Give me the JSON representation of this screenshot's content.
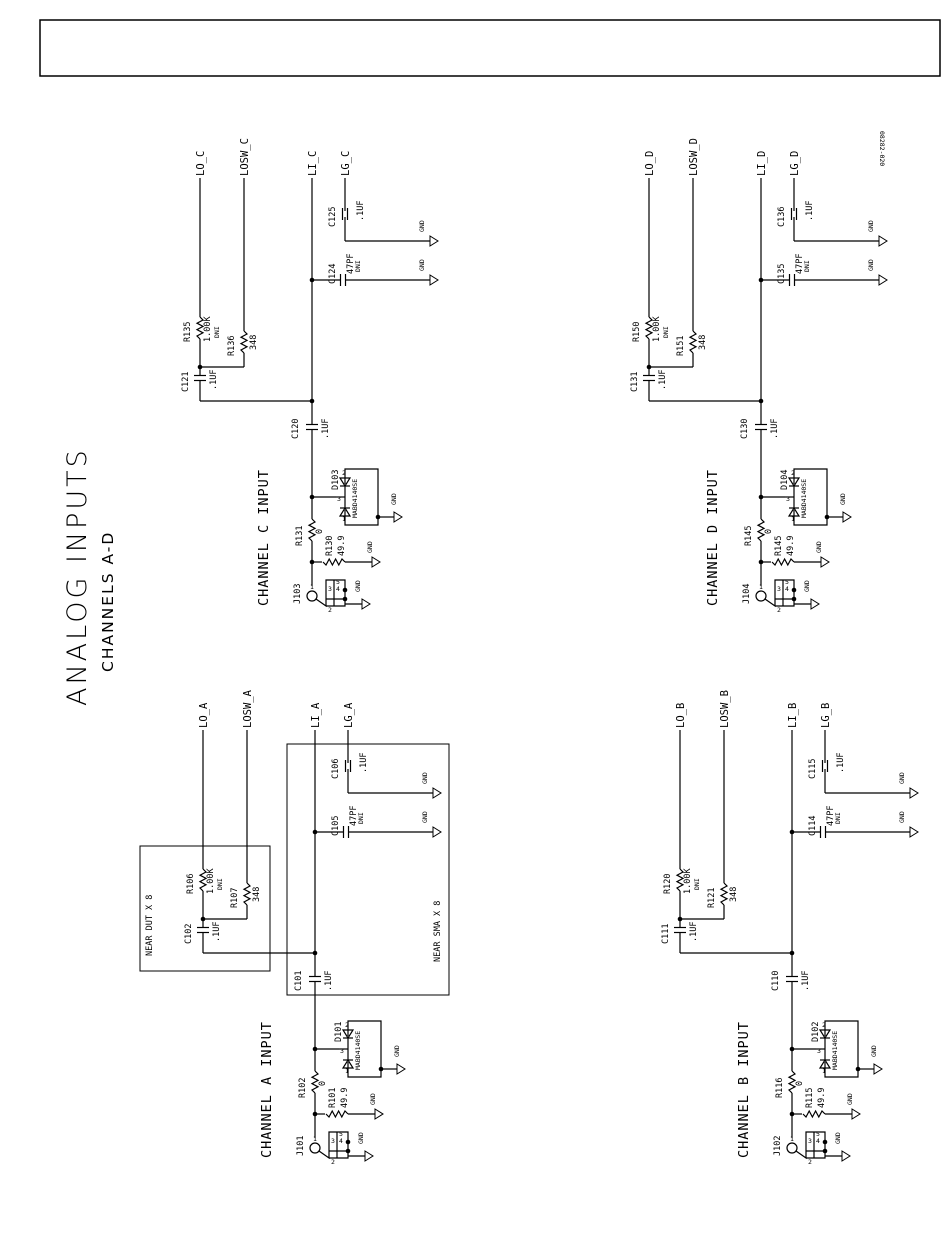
{
  "page": {
    "title": "ANALOG INPUTS",
    "subtitle": "CHANNELS A-D",
    "figure_code": "08282-020"
  },
  "channels": [
    {
      "id": "C",
      "title": "CHANNEL C INPUT",
      "connector": "J103",
      "nets": {
        "lo": "LO_C",
        "losw": "LOSW_C",
        "li": "LI_C",
        "lg": "LG_C"
      },
      "r_shunt": {
        "ref": "R130",
        "value": "49.9"
      },
      "r_series": {
        "ref": "R131",
        "value": "0"
      },
      "diode": {
        "ref": "D103",
        "part": "MABD4140SE"
      },
      "c_couple": {
        "ref": "C120",
        "value": ".1UF"
      },
      "c_lo": {
        "ref": "C121",
        "value": ".1UF"
      },
      "r_lo": {
        "ref": "R135",
        "value": "1.00K",
        "dni": "DNI"
      },
      "r_losw": {
        "ref": "R136",
        "value": "348"
      },
      "c_li": {
        "ref": "C124",
        "value": "47PF",
        "dni": "DNI"
      },
      "c_lg": {
        "ref": "C125",
        "value": ".1UF"
      }
    },
    {
      "id": "D",
      "title": "CHANNEL D INPUT",
      "connector": "J104",
      "nets": {
        "lo": "LO_D",
        "losw": "LOSW_D",
        "li": "LI_D",
        "lg": "LG_D"
      },
      "r_shunt": {
        "ref": "R145",
        "value": "49.9"
      },
      "r_series": {
        "ref": "R145",
        "value": "0"
      },
      "diode": {
        "ref": "D104",
        "part": "MABD4140SE"
      },
      "c_couple": {
        "ref": "C130",
        "value": ".1UF"
      },
      "c_lo": {
        "ref": "C131",
        "value": ".1UF"
      },
      "r_lo": {
        "ref": "R150",
        "value": "1.00K",
        "dni": "DNI"
      },
      "r_losw": {
        "ref": "R151",
        "value": "348"
      },
      "c_li": {
        "ref": "C135",
        "value": "47PF",
        "dni": "DNI"
      },
      "c_lg": {
        "ref": "C136",
        "value": ".1UF"
      }
    },
    {
      "id": "A",
      "title": "CHANNEL A INPUT",
      "connector": "J101",
      "nets": {
        "lo": "LO_A",
        "losw": "LOSW_A",
        "li": "LI_A",
        "lg": "LG_A"
      },
      "r_shunt": {
        "ref": "R101",
        "value": "49.9"
      },
      "r_series": {
        "ref": "R102",
        "value": "0"
      },
      "diode": {
        "ref": "D101",
        "part": "MABD4140SE"
      },
      "c_couple": {
        "ref": "C101",
        "value": ".1UF"
      },
      "c_lo": {
        "ref": "C102",
        "value": ".1UF"
      },
      "r_lo": {
        "ref": "R106",
        "value": "1.00K",
        "dni": "DNI"
      },
      "r_losw": {
        "ref": "R107",
        "value": "348"
      },
      "c_li": {
        "ref": "C105",
        "value": "47PF",
        "dni": "DNI"
      },
      "c_lg": {
        "ref": "C106",
        "value": ".1UF"
      },
      "box_dut": "NEAR DUT X 8",
      "box_sma": "NEAR SMA X 8"
    },
    {
      "id": "B",
      "title": "CHANNEL B INPUT",
      "connector": "J102",
      "nets": {
        "lo": "LO_B",
        "losw": "LOSW_B",
        "li": "LI_B",
        "lg": "LG_B"
      },
      "r_shunt": {
        "ref": "R115",
        "value": "49.9"
      },
      "r_series": {
        "ref": "R116",
        "value": "0"
      },
      "diode": {
        "ref": "D102",
        "part": "MABD4140SE"
      },
      "c_couple": {
        "ref": "C110",
        "value": ".1UF"
      },
      "c_lo": {
        "ref": "C111",
        "value": ".1UF"
      },
      "r_lo": {
        "ref": "R120",
        "value": "1.00K",
        "dni": "DNI"
      },
      "r_losw": {
        "ref": "R121",
        "value": "348"
      },
      "c_li": {
        "ref": "C114",
        "value": "47PF",
        "dni": "DNI"
      },
      "c_lg": {
        "ref": "C115",
        "value": ".1UF"
      }
    }
  ],
  "symbols": {
    "gnd": "GND",
    "pin1": "1",
    "pin2": "2",
    "pin3": "3",
    "pin4": "4",
    "pin5": "5"
  }
}
